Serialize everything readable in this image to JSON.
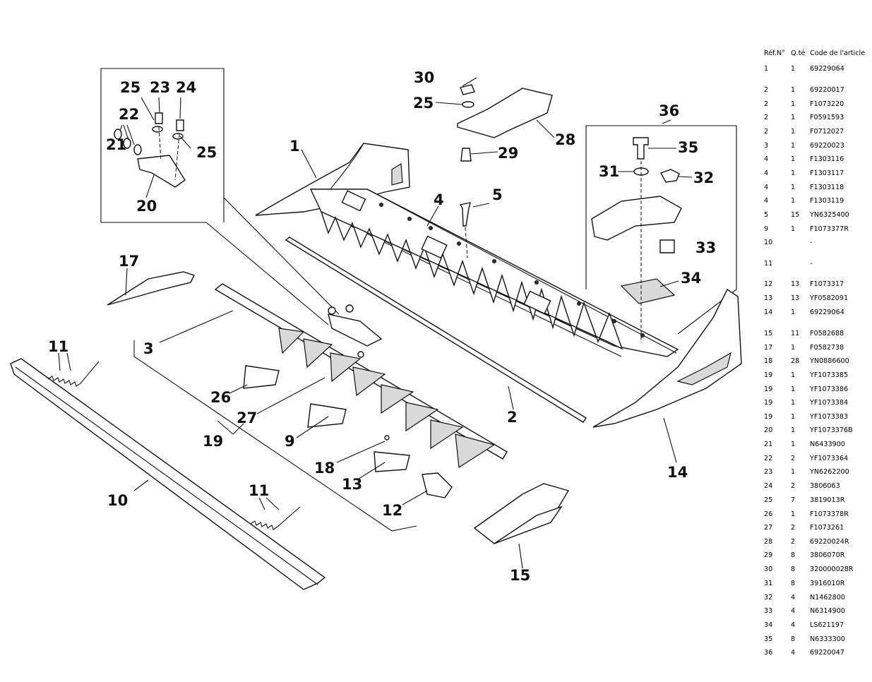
{
  "callouts": [
    "1",
    "2",
    "3",
    "4",
    "5",
    "9",
    "10",
    "11",
    "11",
    "12",
    "13",
    "14",
    "15",
    "17",
    "18",
    "19",
    "20",
    "21",
    "22",
    "23",
    "24",
    "25",
    "25",
    "25",
    "26",
    "27",
    "28",
    "29",
    "30",
    "31",
    "32",
    "33",
    "34",
    "35",
    "36"
  ],
  "table": {
    "headers": [
      "Réf.N°",
      "Q.té",
      "Code de l'article"
    ],
    "rows": [
      [
        "1",
        "1",
        "69229064"
      ],
      [
        "2",
        "1",
        "69220017"
      ],
      [
        "2",
        "1",
        "F1073220"
      ],
      [
        "2",
        "1",
        "F0591593"
      ],
      [
        "2",
        "1",
        "F0712027"
      ],
      [
        "3",
        "1",
        "69220023"
      ],
      [
        "4",
        "1",
        "F1303116"
      ],
      [
        "4",
        "1",
        "F1303117"
      ],
      [
        "4",
        "1",
        "F1303118"
      ],
      [
        "4",
        "1",
        "F1303119"
      ],
      [
        "5",
        "15",
        "YN6325400"
      ],
      [
        "9",
        "1",
        "F1073377R"
      ],
      [
        "10",
        "",
        "-"
      ],
      [
        "11",
        "",
        "-"
      ],
      [
        "12",
        "13",
        "F1073317"
      ],
      [
        "13",
        "13",
        "YF0582091"
      ],
      [
        "14",
        "1",
        "69229064"
      ],
      [
        "15",
        "11",
        "F0582688"
      ],
      [
        "17",
        "1",
        "F0582738"
      ],
      [
        "18",
        "28",
        "YN0886600"
      ],
      [
        "19",
        "1",
        "YF1073385"
      ],
      [
        "19",
        "1",
        "YF1073386"
      ],
      [
        "19",
        "1",
        "YF1073384"
      ],
      [
        "19",
        "1",
        "YF1073383"
      ],
      [
        "20",
        "1",
        "YF1073376B"
      ],
      [
        "21",
        "1",
        "N6433900"
      ],
      [
        "22",
        "2",
        "YF1073364"
      ],
      [
        "23",
        "1",
        "YN6262200"
      ],
      [
        "24",
        "2",
        "3806063"
      ],
      [
        "25",
        "7",
        "3819013R"
      ],
      [
        "26",
        "1",
        "F1073378R"
      ],
      [
        "27",
        "2",
        "F1073261"
      ],
      [
        "28",
        "2",
        "69220024R"
      ],
      [
        "29",
        "8",
        "3806070R"
      ],
      [
        "30",
        "8",
        "320000028R"
      ],
      [
        "31",
        "8",
        "3916010R"
      ],
      [
        "32",
        "4",
        "N1462800"
      ],
      [
        "33",
        "4",
        "N6314900"
      ],
      [
        "34",
        "4",
        "LS621197"
      ],
      [
        "35",
        "8",
        "N6333300"
      ],
      [
        "36",
        "4",
        "69220047"
      ]
    ]
  }
}
